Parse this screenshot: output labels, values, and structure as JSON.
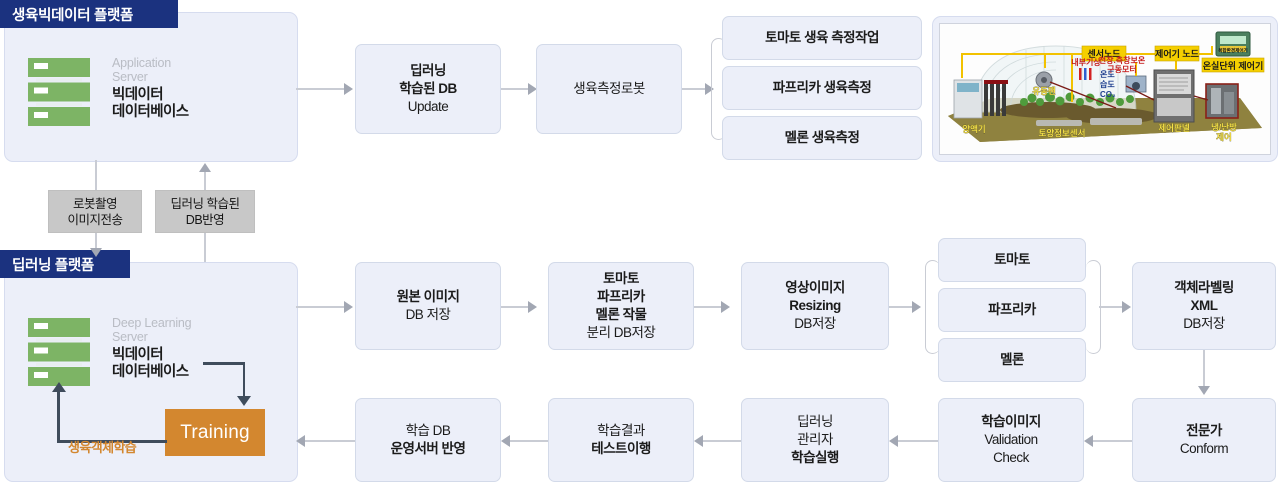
{
  "platforms": {
    "top": {
      "title": "생육빅데이터 플랫폼",
      "server_sub": "Application\nServer",
      "server_sub_l1": "Application",
      "server_sub_l2": "Server",
      "server_main_l1": "빅데이터",
      "server_main_l2": "데이터베이스",
      "icon": "server-icon"
    },
    "bottom": {
      "title": "딥러닝 플랫폼",
      "server_sub_l1": "Deep Learning",
      "server_sub_l2": "Server",
      "server_main_l1": "빅데이터",
      "server_main_l2": "데이터베이스",
      "icon": "server-icon",
      "training_label": "Training",
      "training_caption": "생육객체학습"
    }
  },
  "connector_labels": [
    {
      "line1": "로봇촬영",
      "line2": "이미지전송"
    },
    {
      "line1": "딥러닝 학습된",
      "line2": "DB반영"
    }
  ],
  "top_flow": [
    {
      "lines": [
        {
          "t": "딥러닝",
          "b": true
        },
        {
          "t": "학습된 DB",
          "b": true
        },
        {
          "t": "Update",
          "b": false
        }
      ]
    },
    {
      "lines": [
        {
          "t": "생육측정로봇",
          "b": false
        }
      ]
    }
  ],
  "top_branch": [
    {
      "lines": [
        {
          "t": "토마토 생육 측정작업",
          "b": true
        }
      ]
    },
    {
      "lines": [
        {
          "t": "파프리카 생육측정",
          "b": true
        }
      ]
    },
    {
      "lines": [
        {
          "t": "멜론 생육측정",
          "b": true
        }
      ]
    }
  ],
  "mid_flow": [
    {
      "lines": [
        {
          "t": "원본 이미지",
          "b": true
        },
        {
          "t": "DB 저장",
          "b": false
        }
      ]
    },
    {
      "lines": [
        {
          "t": "토마토",
          "b": true
        },
        {
          "t": "파프리카",
          "b": true
        },
        {
          "t": "멜론 작물",
          "b": true
        },
        {
          "t": "분리 DB저장",
          "b": false
        }
      ]
    },
    {
      "lines": [
        {
          "t": "영상이미지",
          "b": true
        },
        {
          "t": "Resizing",
          "b": true
        },
        {
          "t": "DB저장",
          "b": false
        }
      ]
    }
  ],
  "mid_branch": [
    {
      "lines": [
        {
          "t": "토마토",
          "b": true
        }
      ]
    },
    {
      "lines": [
        {
          "t": "파프리카",
          "b": true
        }
      ]
    },
    {
      "lines": [
        {
          "t": "멜론",
          "b": true
        }
      ]
    }
  ],
  "mid_end": {
    "lines": [
      {
        "t": "객체라벨링",
        "b": true
      },
      {
        "t": "XML",
        "b": true
      },
      {
        "t": "DB저장",
        "b": false
      }
    ]
  },
  "bottom_flow": [
    {
      "lines": [
        {
          "t": "학습 DB",
          "b": false
        },
        {
          "t": "운영서버 반영",
          "b": true
        }
      ]
    },
    {
      "lines": [
        {
          "t": "학습결과",
          "b": false
        },
        {
          "t": "테스트이행",
          "b": true
        }
      ]
    },
    {
      "lines": [
        {
          "t": "딥러닝",
          "b": false
        },
        {
          "t": "관리자",
          "b": false
        },
        {
          "t": "학습실행",
          "b": true
        }
      ]
    },
    {
      "lines": [
        {
          "t": "학습이미지",
          "b": true
        },
        {
          "t": "Validation",
          "b": false
        },
        {
          "t": "Check",
          "b": false
        }
      ]
    },
    {
      "lines": [
        {
          "t": "전문가",
          "b": true
        },
        {
          "t": "Conform",
          "b": false
        }
      ]
    }
  ],
  "greenhouse": {
    "alt": "greenhouse-smartfarm-illustration",
    "labels": {
      "sensor_node": "센서노드",
      "controller_node": "제어기 노드",
      "greenhouse_controller": "온실단위 제어기",
      "device_caption": "복합환경제어기",
      "internal_weather": "내부기상",
      "motor": "천장.측창보온",
      "motor2": "구동모터",
      "temp": "온도",
      "humid": "습도",
      "co2": "CO₂",
      "fan": "유동팬",
      "nutrient": "양액기",
      "soil_sensor": "토양정보센서",
      "control_panel": "제어판넬",
      "hvac_l1": "냉/난방",
      "hvac_l2": "제어"
    }
  },
  "colors": {
    "panel_bg": "#eceff9",
    "panel_title": "#1b327f",
    "box_bg": "#eceff9",
    "box_border": "#d3dae9",
    "arrow": "#a2a7b3",
    "server_green": "#7db465",
    "training_orange": "#d3872f",
    "gray_label": "#c8c8c8"
  }
}
